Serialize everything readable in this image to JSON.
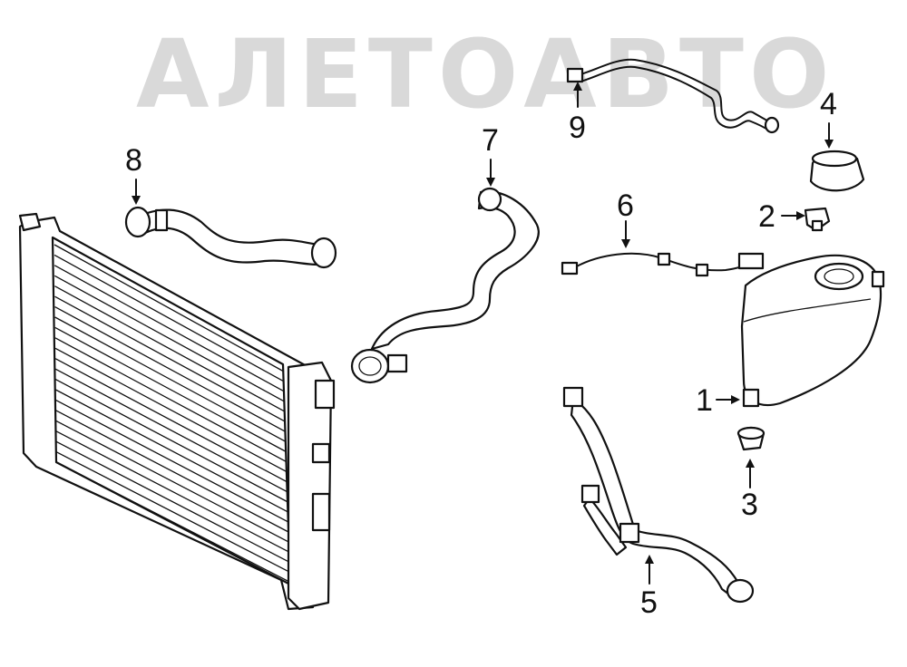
{
  "watermark": {
    "text": "АЛЕТОАВТО"
  },
  "callouts": [
    {
      "id": "part-1",
      "label": "1"
    },
    {
      "id": "part-2",
      "label": "2"
    },
    {
      "id": "part-3",
      "label": "3"
    },
    {
      "id": "part-4",
      "label": "4"
    },
    {
      "id": "part-5",
      "label": "5"
    },
    {
      "id": "part-6",
      "label": "6"
    },
    {
      "id": "part-7",
      "label": "7"
    },
    {
      "id": "part-8",
      "label": "8"
    },
    {
      "id": "part-9",
      "label": "9"
    }
  ],
  "colors": {
    "line": "#111111",
    "watermark": "#d9d9d9",
    "background": "#ffffff"
  }
}
